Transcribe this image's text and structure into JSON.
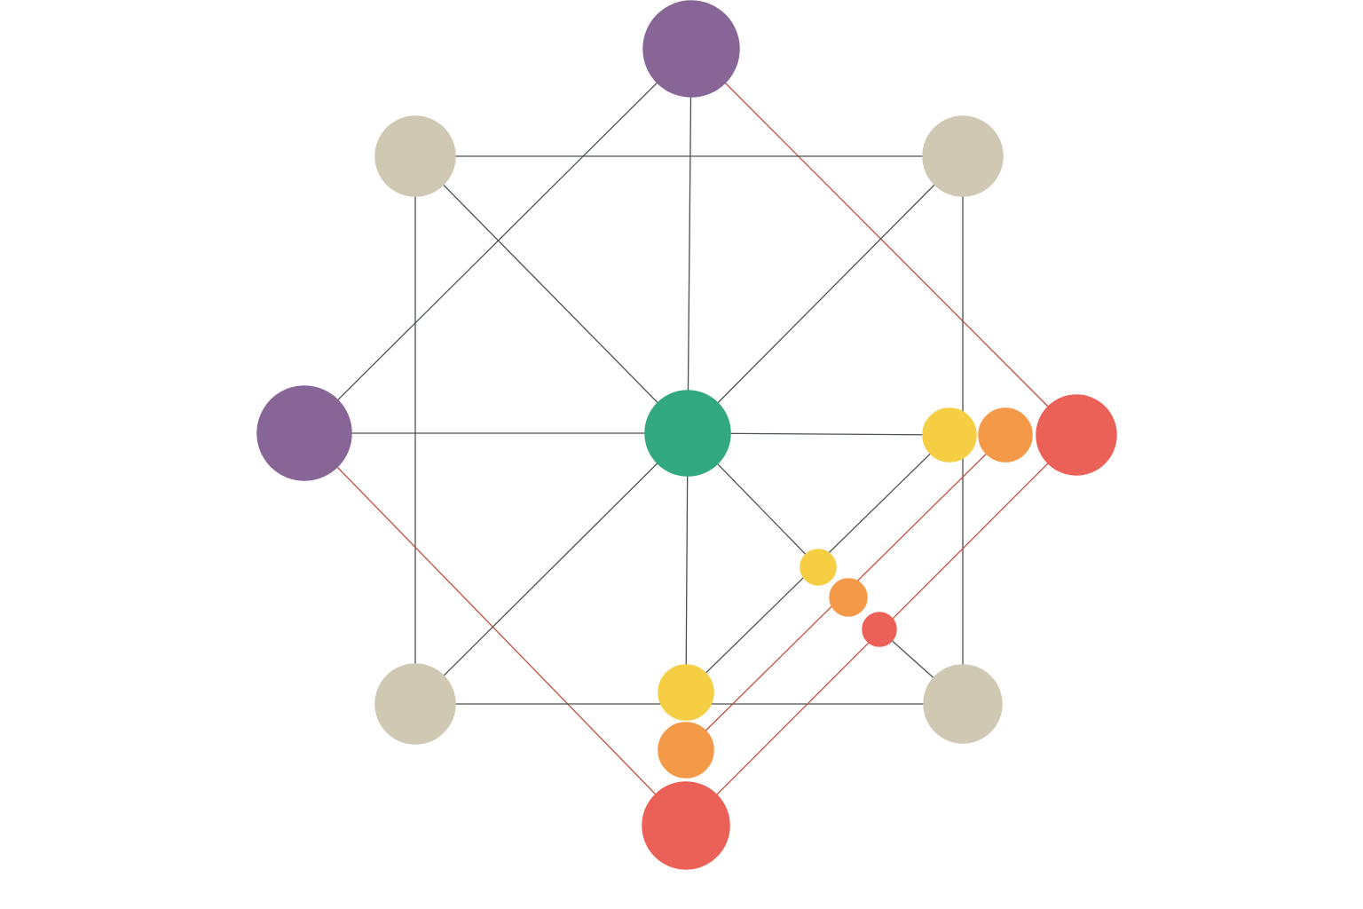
{
  "diagram": {
    "colors": {
      "purple": "#8c689c",
      "beige": "#d5cfba",
      "green": "#34ad84",
      "yellow": "#fdd446",
      "orange": "#fa9e4a",
      "red": "#f2645a",
      "edge": "#4a524c",
      "edge_red": "#c0503e"
    },
    "nodes": [
      {
        "id": "top",
        "color": "purple"
      },
      {
        "id": "top-left",
        "color": "beige"
      },
      {
        "id": "top-right",
        "color": "beige"
      },
      {
        "id": "left",
        "color": "purple"
      },
      {
        "id": "center",
        "color": "green"
      },
      {
        "id": "right-yellow",
        "color": "yellow"
      },
      {
        "id": "right-orange",
        "color": "orange"
      },
      {
        "id": "right-red",
        "color": "red"
      },
      {
        "id": "mid-yellow",
        "color": "yellow"
      },
      {
        "id": "mid-orange",
        "color": "orange"
      },
      {
        "id": "mid-red",
        "color": "red"
      },
      {
        "id": "bottom-left",
        "color": "beige"
      },
      {
        "id": "bottom-right",
        "color": "beige"
      },
      {
        "id": "bottom-yellow",
        "color": "yellow"
      },
      {
        "id": "bottom-orange",
        "color": "orange"
      },
      {
        "id": "bottom-red",
        "color": "red"
      }
    ],
    "edges": [
      {
        "from": "top",
        "to": "left"
      },
      {
        "from": "top",
        "to": "center"
      },
      {
        "from": "top",
        "to": "right-red",
        "color": "edge_red"
      },
      {
        "from": "top-left",
        "to": "top-right"
      },
      {
        "from": "top-left",
        "to": "bottom-left"
      },
      {
        "from": "top-left",
        "to": "center"
      },
      {
        "from": "top-right",
        "to": "bottom-right"
      },
      {
        "from": "top-right",
        "to": "center"
      },
      {
        "from": "left",
        "to": "center"
      },
      {
        "from": "center",
        "to": "right-yellow"
      },
      {
        "from": "left",
        "to": "bottom-red",
        "color": "edge_red"
      },
      {
        "from": "center",
        "to": "bottom-yellow"
      },
      {
        "from": "center",
        "to": "bottom-left"
      },
      {
        "from": "center",
        "to": "mid-yellow"
      },
      {
        "from": "mid-red",
        "to": "bottom-right"
      },
      {
        "from": "bottom-left",
        "to": "bottom-right"
      },
      {
        "from": "right-yellow",
        "to": "bottom-yellow"
      },
      {
        "from": "right-orange",
        "to": "bottom-orange",
        "color": "edge_red"
      },
      {
        "from": "right-red",
        "to": "bottom-red",
        "color": "edge_red"
      }
    ]
  }
}
